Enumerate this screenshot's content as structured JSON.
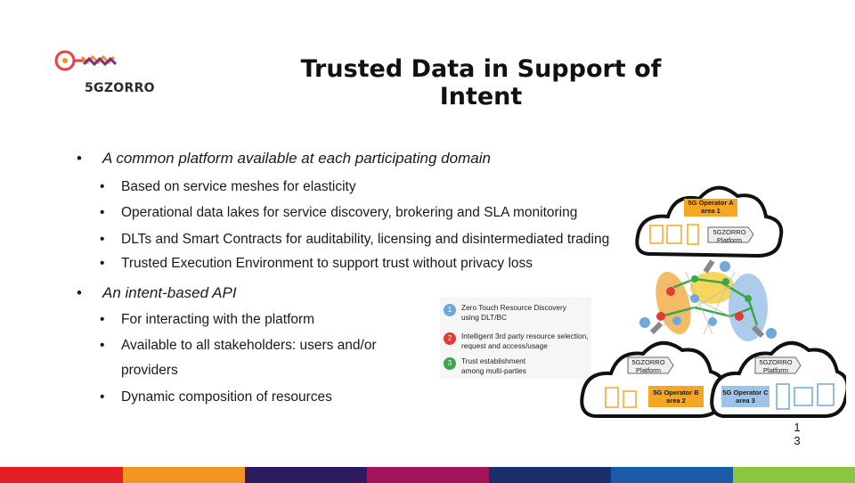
{
  "logo": {
    "text": "5GZORRO"
  },
  "title": "Trusted Data in Support of Intent",
  "bullets": [
    {
      "text": "A common platform available at each participating domain",
      "sub": [
        "Based on service meshes for elasticity",
        "Operational data lakes for service discovery, brokering and SLA monitoring",
        "DLTs and Smart Contracts for auditability, licensing and disintermediated trading",
        "Trusted Execution Environment to support trust without privacy loss"
      ]
    },
    {
      "text": "An intent-based API",
      "sub": [
        "For interacting with the platform",
        "Available to all stakeholders: users and/or",
        "providers",
        "Dynamic composition of resources"
      ]
    }
  ],
  "legend": [
    {
      "num": "1",
      "color": "#6fa8dc",
      "lines": [
        "Zero Touch Resource Discovery",
        "using DLT/BC"
      ]
    },
    {
      "num": "2",
      "color": "#e03c31",
      "lines": [
        "Intelligent 3rd party resource selection,",
        "request and access/usage"
      ]
    },
    {
      "num": "3",
      "color": "#3aa74a",
      "lines": [
        "Trust establishment",
        "among multi-parties"
      ]
    }
  ],
  "diagram": {
    "operator_a": [
      "5G Operator A",
      "area 1"
    ],
    "operator_b": [
      "5G Operator B",
      "area 2"
    ],
    "operator_c": [
      "5G Operator C",
      "area 3"
    ],
    "platform": [
      "5GZORRO",
      "Platform"
    ]
  },
  "page_number": [
    "1",
    "3"
  ],
  "footer_colors": [
    "#e31e24",
    "#f39323",
    "#2e1a5e",
    "#a4145c",
    "#1a2f6b",
    "#1a5aa8",
    "#8cc63f"
  ],
  "colors": {
    "operator_fill": "#f5a623",
    "operator_c_fill": "#9fc3e8",
    "cloud_stroke": "#111111"
  }
}
